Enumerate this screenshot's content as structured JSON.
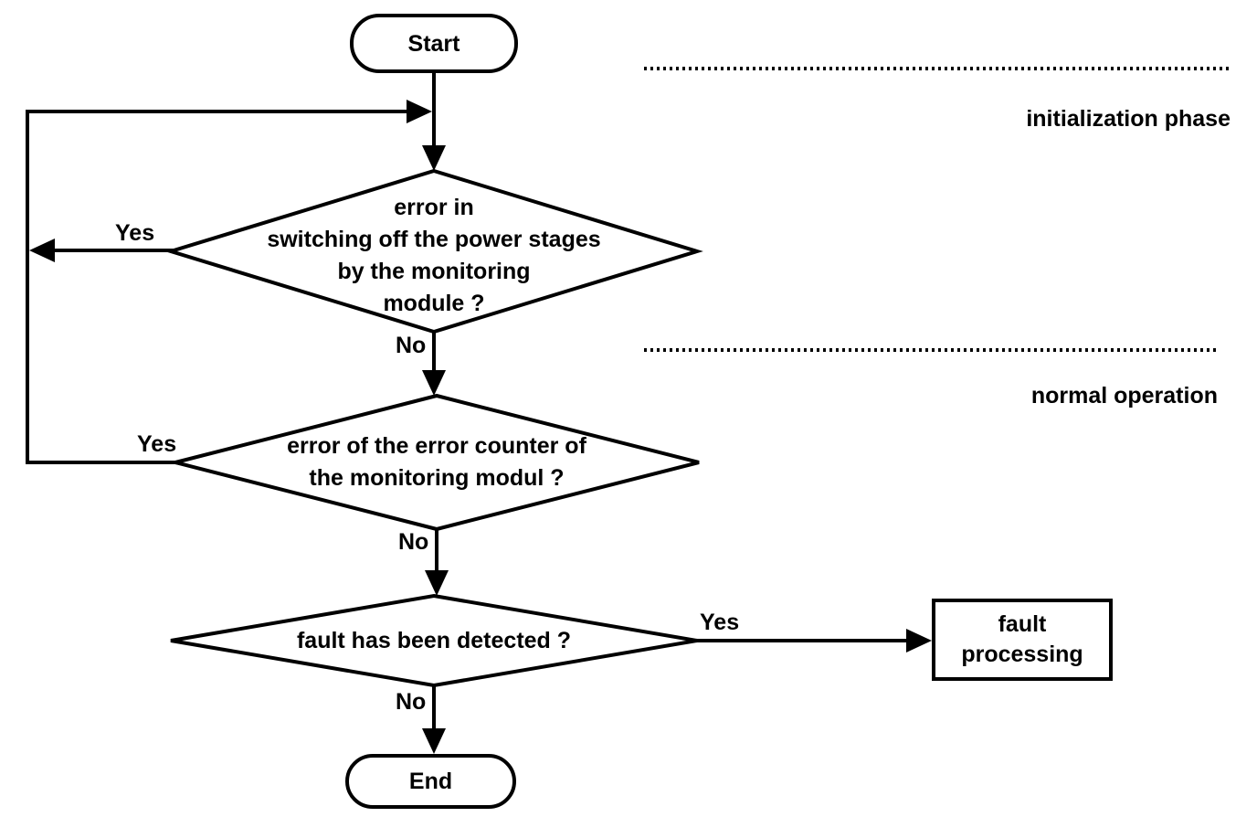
{
  "diagram": {
    "background": "#ffffff",
    "stroke_color": "#000000",
    "text_color": "#000000",
    "nodes": {
      "start": {
        "type": "terminator",
        "label": "Start"
      },
      "decision_power_stages": {
        "type": "decision",
        "label": "error in\nswitching off the power stages\nby the monitoring\nmodule ?"
      },
      "decision_error_counter": {
        "type": "decision",
        "label": "error of the error counter of\nthe monitoring modul ?"
      },
      "decision_fault_detected": {
        "type": "decision",
        "label": "fault has been detected ?"
      },
      "fault_processing": {
        "type": "process",
        "label": "fault\nprocessing"
      },
      "end": {
        "type": "terminator",
        "label": "End"
      }
    },
    "edge_labels": {
      "decision_power_stages_yes": "Yes",
      "decision_power_stages_no": "No",
      "decision_error_counter_yes": "Yes",
      "decision_error_counter_no": "No",
      "decision_fault_detected_yes": "Yes",
      "decision_fault_detected_no": "No"
    },
    "phase_annotations": [
      {
        "label": "initialization phase"
      },
      {
        "label": "normal operation"
      }
    ]
  }
}
